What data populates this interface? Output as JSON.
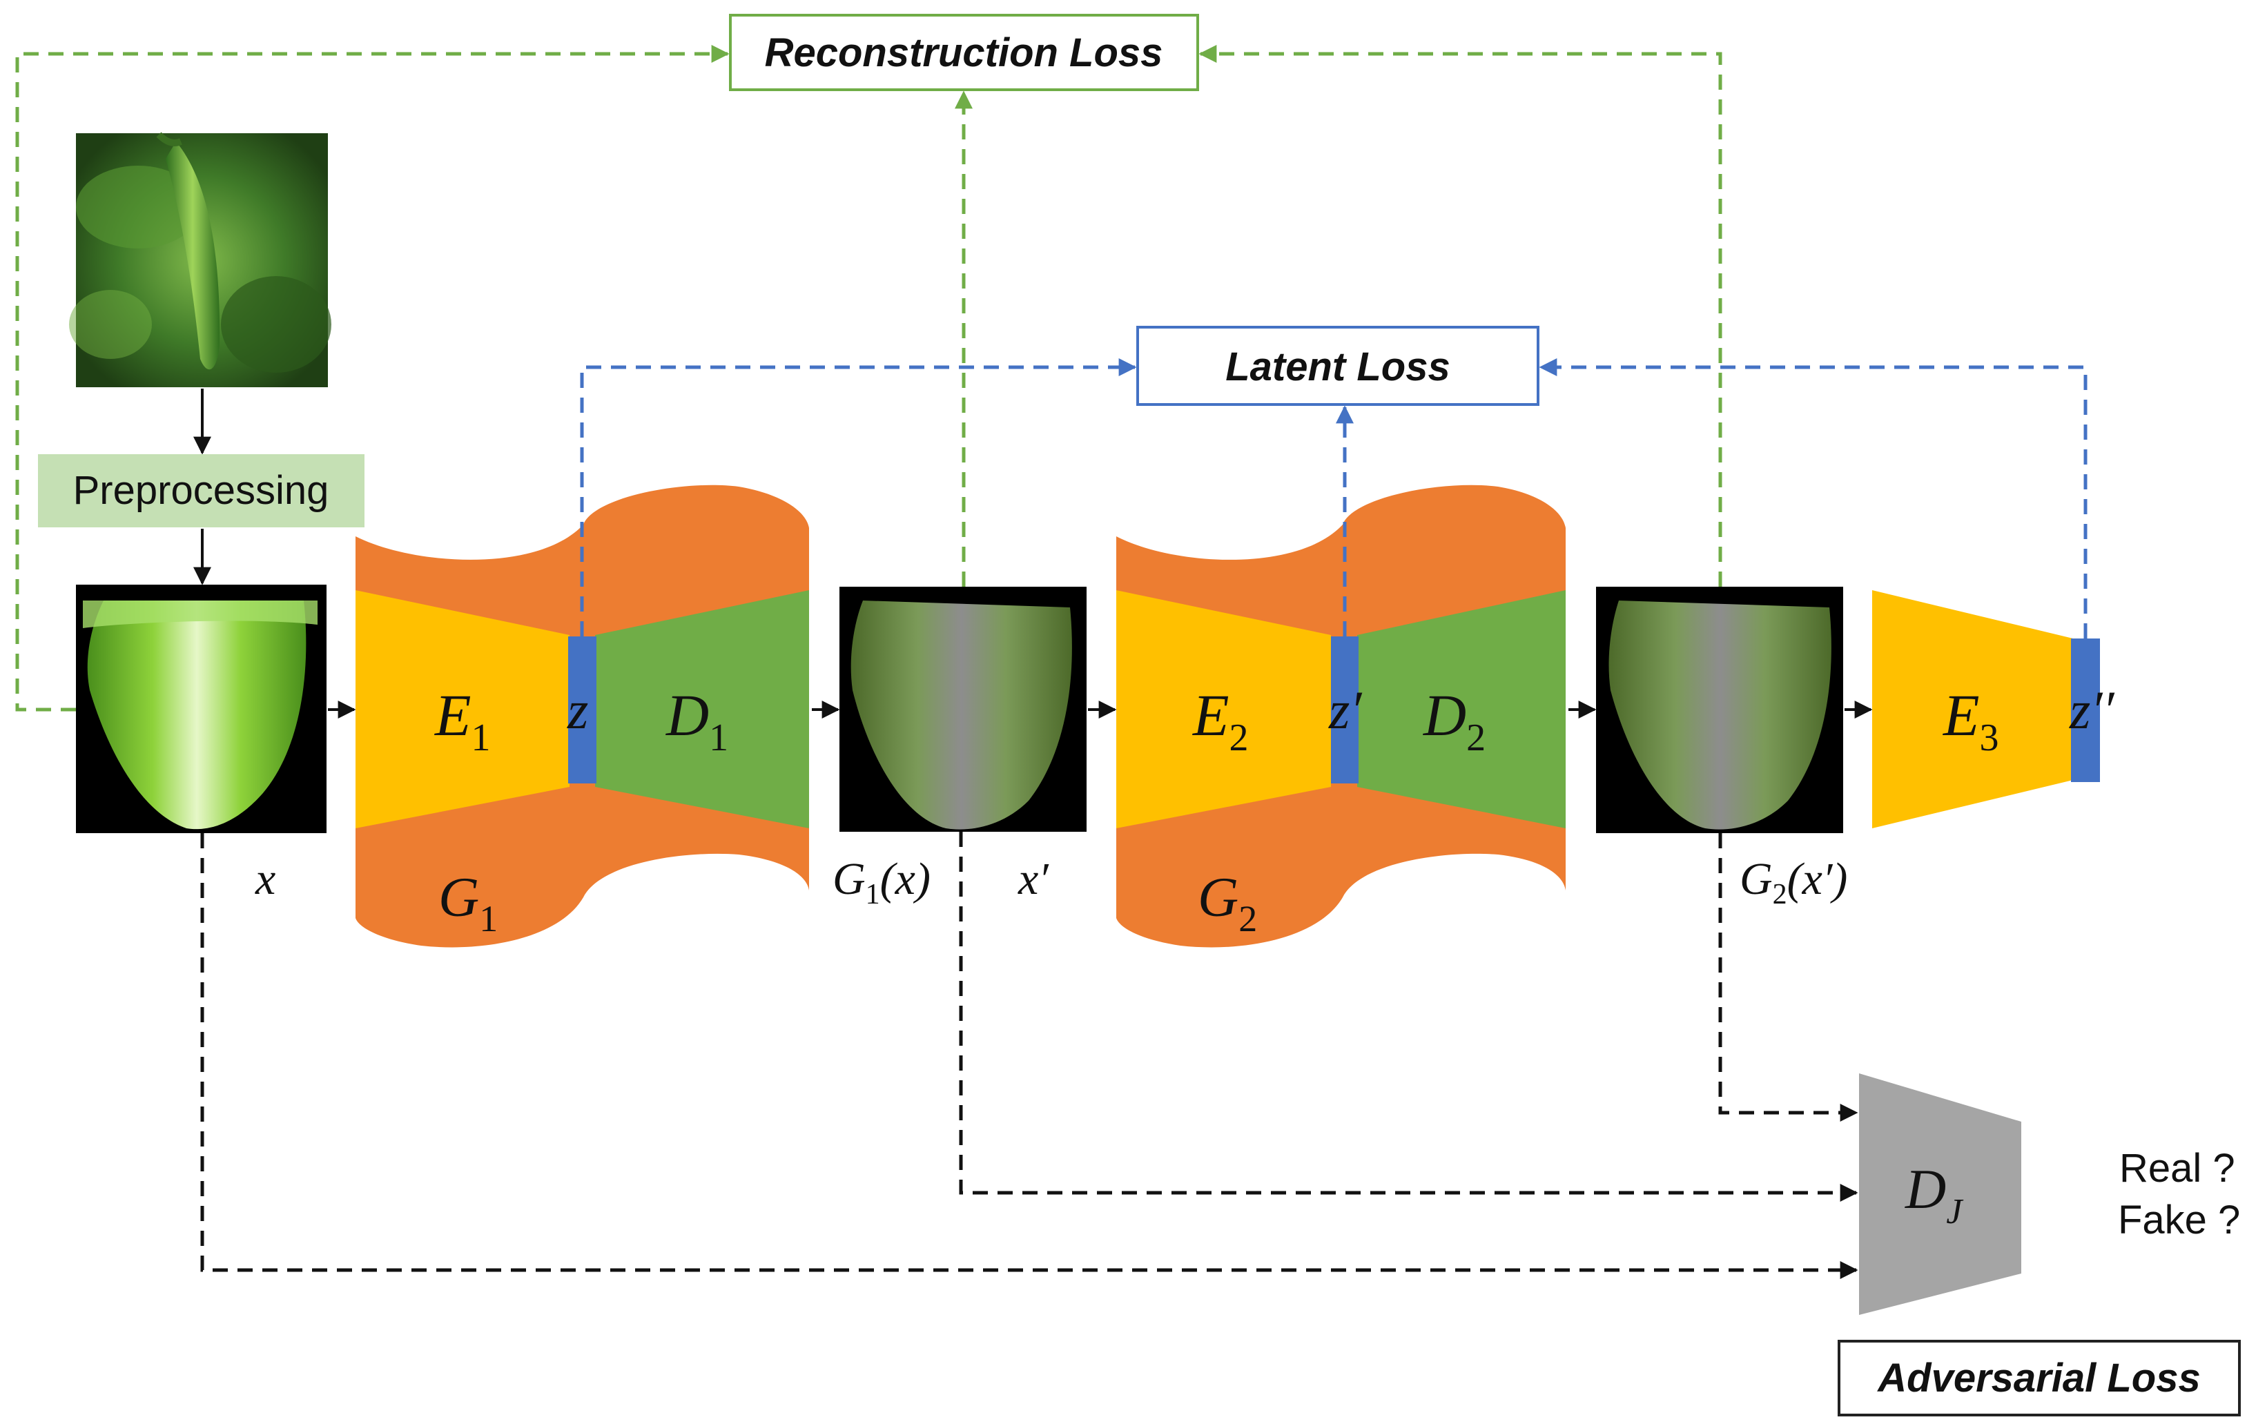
{
  "losses": {
    "reconstruction": "Reconstruction Loss",
    "latent": "Latent Loss",
    "adversarial": "Adversarial Loss"
  },
  "preprocessing": "Preprocessing",
  "generators": {
    "g1": {
      "name": "G",
      "sub": "1"
    },
    "g2": {
      "name": "G",
      "sub": "2"
    }
  },
  "blocks": {
    "e1": {
      "name": "E",
      "sub": "1"
    },
    "d1": {
      "name": "D",
      "sub": "1"
    },
    "e2": {
      "name": "E",
      "sub": "2"
    },
    "d2": {
      "name": "D",
      "sub": "2"
    },
    "e3": {
      "name": "E",
      "sub": "3"
    },
    "dj": {
      "name": "D",
      "sub": "J"
    }
  },
  "latents": {
    "z": "z",
    "z_prime": "z′",
    "z_double": "z′′"
  },
  "images": {
    "x": "x",
    "g1x": {
      "pre": "G",
      "sub": "1",
      "post": "(x)"
    },
    "x_prime": "x′",
    "g2x": {
      "pre": "G",
      "sub": "2",
      "post": "(x′)"
    }
  },
  "outputs": {
    "real": "Real ?",
    "fake": "Fake ?"
  },
  "colors": {
    "orange": "#ED7D31",
    "yellow": "#FFC000",
    "green": "#70AD47",
    "blue": "#4472C4",
    "gray": "#A5A5A5",
    "recon_arrow": "#70AD47",
    "latent_arrow": "#4472C4",
    "adv_arrow": "#111111",
    "prep_fill": "#C5E0B4"
  }
}
